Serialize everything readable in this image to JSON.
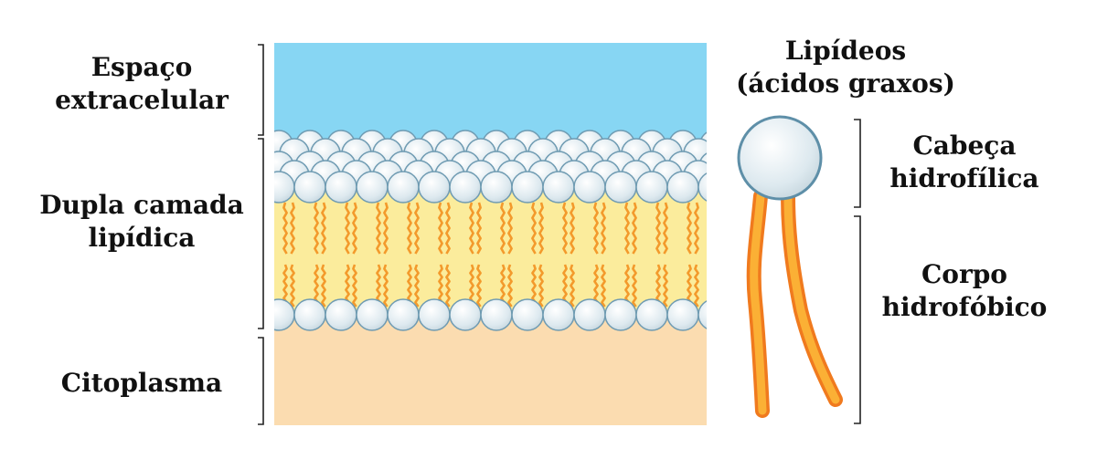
{
  "labels": {
    "extracelular": [
      "Espaço",
      "extracelular"
    ],
    "dupla": [
      "Dupla camada",
      "lipídica"
    ],
    "citoplasma": [
      "Citoplasma"
    ],
    "lipideos": [
      "Lipídeos",
      "(ácidos graxos)"
    ],
    "cabeca": [
      "Cabeça",
      "hidrofílica"
    ],
    "corpo": [
      "Corpo",
      "hidrofóbico"
    ]
  },
  "colors": {
    "extracellular": "#87d6f3",
    "bilayer_interior": "#fbec9c",
    "cytoplasm": "#fbdcb0",
    "head_fill": "#dce9ef",
    "head_stroke": "#5e8fa8",
    "tail_fill": "#fbb035",
    "tail_stroke": "#f07a1e",
    "bracket": "#222222"
  }
}
